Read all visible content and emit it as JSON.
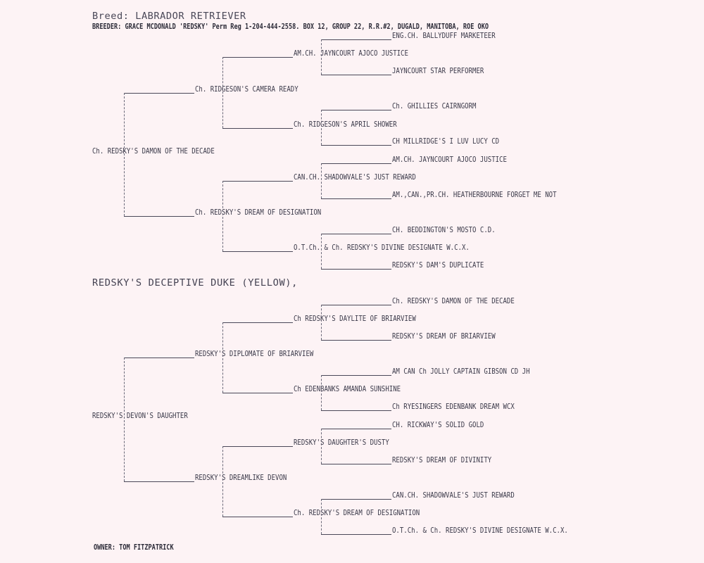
{
  "header": {
    "breed": "Breed: LABRADOR RETRIEVER",
    "breeder": "BREEDER: GRACE MCDONALD 'REDSKY' Perm Reg  1-204-444-2558. BOX 12, GROUP 22, R.R.#2, DUGALD, MANITOBA, ROE OKO"
  },
  "subject": "REDSKY'S DECEPTIVE DUKE (YELLOW),",
  "sire": {
    "name": "Ch. REDSKY'S DAMON OF THE DECADE",
    "sire": {
      "name": "Ch. RIDGESON'S CAMERA READY",
      "sire": {
        "name": "AM.CH. JAYNCOURT AJOCO JUSTICE",
        "sire": "ENG.CH. BALLYDUFF MARKETEER",
        "dam": "JAYNCOURT STAR PERFORMER"
      },
      "dam": {
        "name": "Ch. RIDGESON'S APRIL SHOWER",
        "sire": "Ch. GHILLIES CAIRNGORM",
        "dam": "CH MILLRIDGE'S I LUV LUCY CD"
      }
    },
    "dam": {
      "name": "Ch. REDSKY'S DREAM OF DESIGNATION",
      "sire": {
        "name": "CAN.CH. SHADOWVALE'S JUST REWARD",
        "sire": "AM.CH. JAYNCOURT AJOCO JUSTICE",
        "dam": "AM.,CAN.,PR.CH. HEATHERBOURNE FORGET ME NOT"
      },
      "dam": {
        "name": "O.T.Ch. & Ch. REDSKY'S DIVINE DESIGNATE W.C.X.",
        "sire": "CH. BEDDINGTON'S MOSTO C.D.",
        "dam": "REDSKY'S DAM'S DUPLICATE"
      }
    }
  },
  "dam": {
    "name": "REDSKY'S DEVON'S DAUGHTER",
    "sire": {
      "name": "REDSKY'S DIPLOMATE OF BRIARVIEW",
      "sire": {
        "name": "Ch REDSKY'S DAYLITE OF BRIARVIEW",
        "sire": "Ch. REDSKY'S DAMON OF THE DECADE",
        "dam": "REDSKY'S DREAM OF BRIARVIEW"
      },
      "dam": {
        "name": "Ch EDENBANKS AMANDA SUNSHINE",
        "sire": "AM CAN Ch JOLLY CAPTAIN GIBSON CD JH",
        "dam": "Ch RYESINGERS EDENBANK DREAM WCX"
      }
    },
    "dam": {
      "name": "REDSKY'S DREAMLIKE DEVON",
      "sire": {
        "name": "REDSKY'S DAUGHTER'S DUSTY",
        "sire": "CH. RICKWAY'S SOLID GOLD",
        "dam": "REDSKY'S DREAM OF DIVINITY"
      },
      "dam": {
        "name": "Ch. REDSKY'S DREAM OF DESIGNATION",
        "sire": "CAN.CH. SHADOWVALE'S JUST REWARD",
        "dam": "O.T.Ch. & Ch. REDSKY'S DIVINE DESIGNATE W.C.X."
      }
    }
  },
  "owner": "OWNER: TOM FITZPATRICK"
}
